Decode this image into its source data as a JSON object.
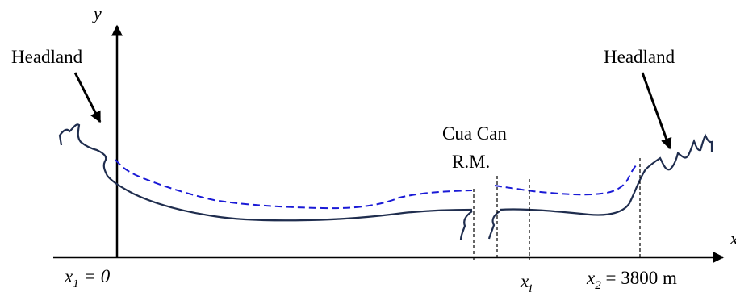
{
  "labels": {
    "y_axis": "y",
    "x_axis": "x",
    "headland_left": "Headland",
    "headland_right": "Headland",
    "river_mouth_line1": "Cua Can",
    "river_mouth_line2": "R.M.",
    "x1_var": "x",
    "x1_sub": "1",
    "x1_value": " = 0",
    "xi_var": "x",
    "xi_sub": "i",
    "x2_var": "x",
    "x2_sub": "2",
    "x2_value": " = 3800 m"
  },
  "colors": {
    "axis": "#000000",
    "shoreline": "#1f2d4e",
    "dashed_shoreline": "#1a1ad6",
    "markers": "#000000"
  }
}
